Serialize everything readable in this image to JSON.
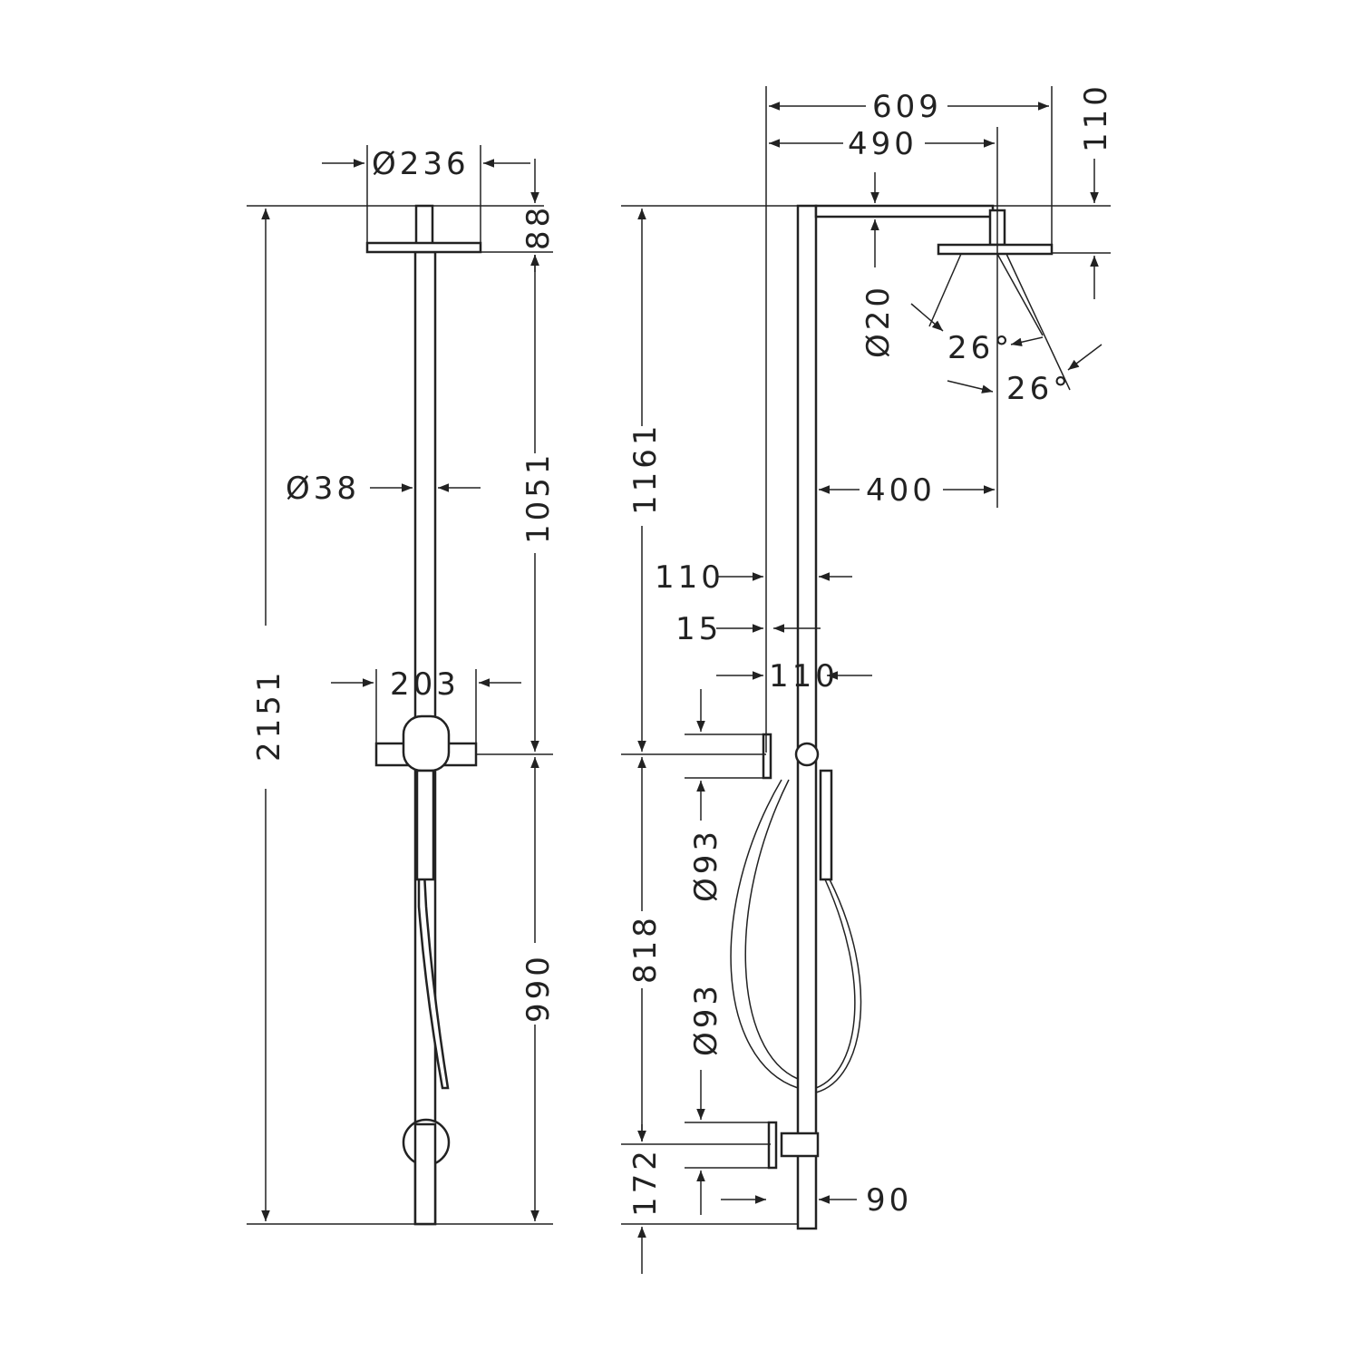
{
  "title": "Shower pipe dimension drawing",
  "front_view": {
    "head_diameter": "Ø236",
    "head_height": "88",
    "total_height": "2151",
    "upper_height": "1051",
    "pipe_diameter": "Ø38",
    "mixer_width": "203",
    "lower_height": "990"
  },
  "side_view": {
    "total_projection": "609",
    "arm_projection": "490",
    "head_offset": "110",
    "arm_diameter": "Ø20",
    "angle_1": "26°",
    "angle_2": "26°",
    "upper_height": "1161",
    "head_from_column": "400",
    "wall_distance_1": "110",
    "wall_gap": "15",
    "wall_distance_2": "110",
    "lower_height": "818",
    "connection_diameter_1": "Ø93",
    "connection_diameter_2": "Ø93",
    "bottom_height": "172",
    "outlet_projection": "90"
  }
}
